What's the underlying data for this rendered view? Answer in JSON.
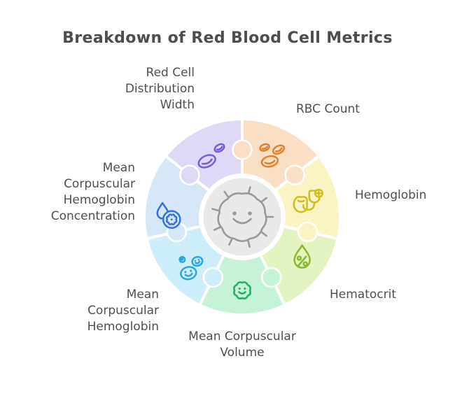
{
  "title": "Breakdown of Red Blood Cell Metrics",
  "colors": {
    "text": "#4f4f4f",
    "background": "#ffffff",
    "center_fill": "#e9e9e9",
    "mascot_stroke": "#9a9a9a",
    "divider_white": "#ffffff"
  },
  "wheel": {
    "center_icon": "smiling-cell-mascot",
    "segments": [
      {
        "id": "rbc-count",
        "label": "RBC Count",
        "color": "#fadfc7",
        "icon": "red-blood-cells-icon",
        "icon_color": "#e0812e"
      },
      {
        "id": "hemoglobin",
        "label": "Hemoglobin",
        "color": "#faf3c3",
        "icon": "blood-bag-hand-icon",
        "icon_color": "#d2bd1a"
      },
      {
        "id": "hematocrit",
        "label": "Hematocrit",
        "color": "#e4f4c1",
        "icon": "droplet-percent-icon",
        "icon_color": "#8cb72f"
      },
      {
        "id": "mean-corpuscular-volume",
        "label": "Mean Corpuscular\nVolume",
        "color": "#c6f2d8",
        "icon": "smiling-cell-icon",
        "icon_color": "#27b05e"
      },
      {
        "id": "mean-corpuscular-hemoglobin",
        "label": "Mean\nCorpuscular\nHemoglobin",
        "color": "#cdeefa",
        "icon": "smiling-cells-icon",
        "icon_color": "#29a8da"
      },
      {
        "id": "mean-corpuscular-hemoglobin-concentration",
        "label": "Mean\nCorpuscular\nHemoglobin\nConcentration",
        "color": "#d6e7f8",
        "icon": "droplet-cell-icon",
        "icon_color": "#3271de"
      },
      {
        "id": "red-cell-distribution-width",
        "label": "Red Cell\nDistribution\nWidth",
        "color": "#ded9f7",
        "icon": "two-red-cells-icon",
        "icon_color": "#7c5cd9"
      }
    ]
  }
}
